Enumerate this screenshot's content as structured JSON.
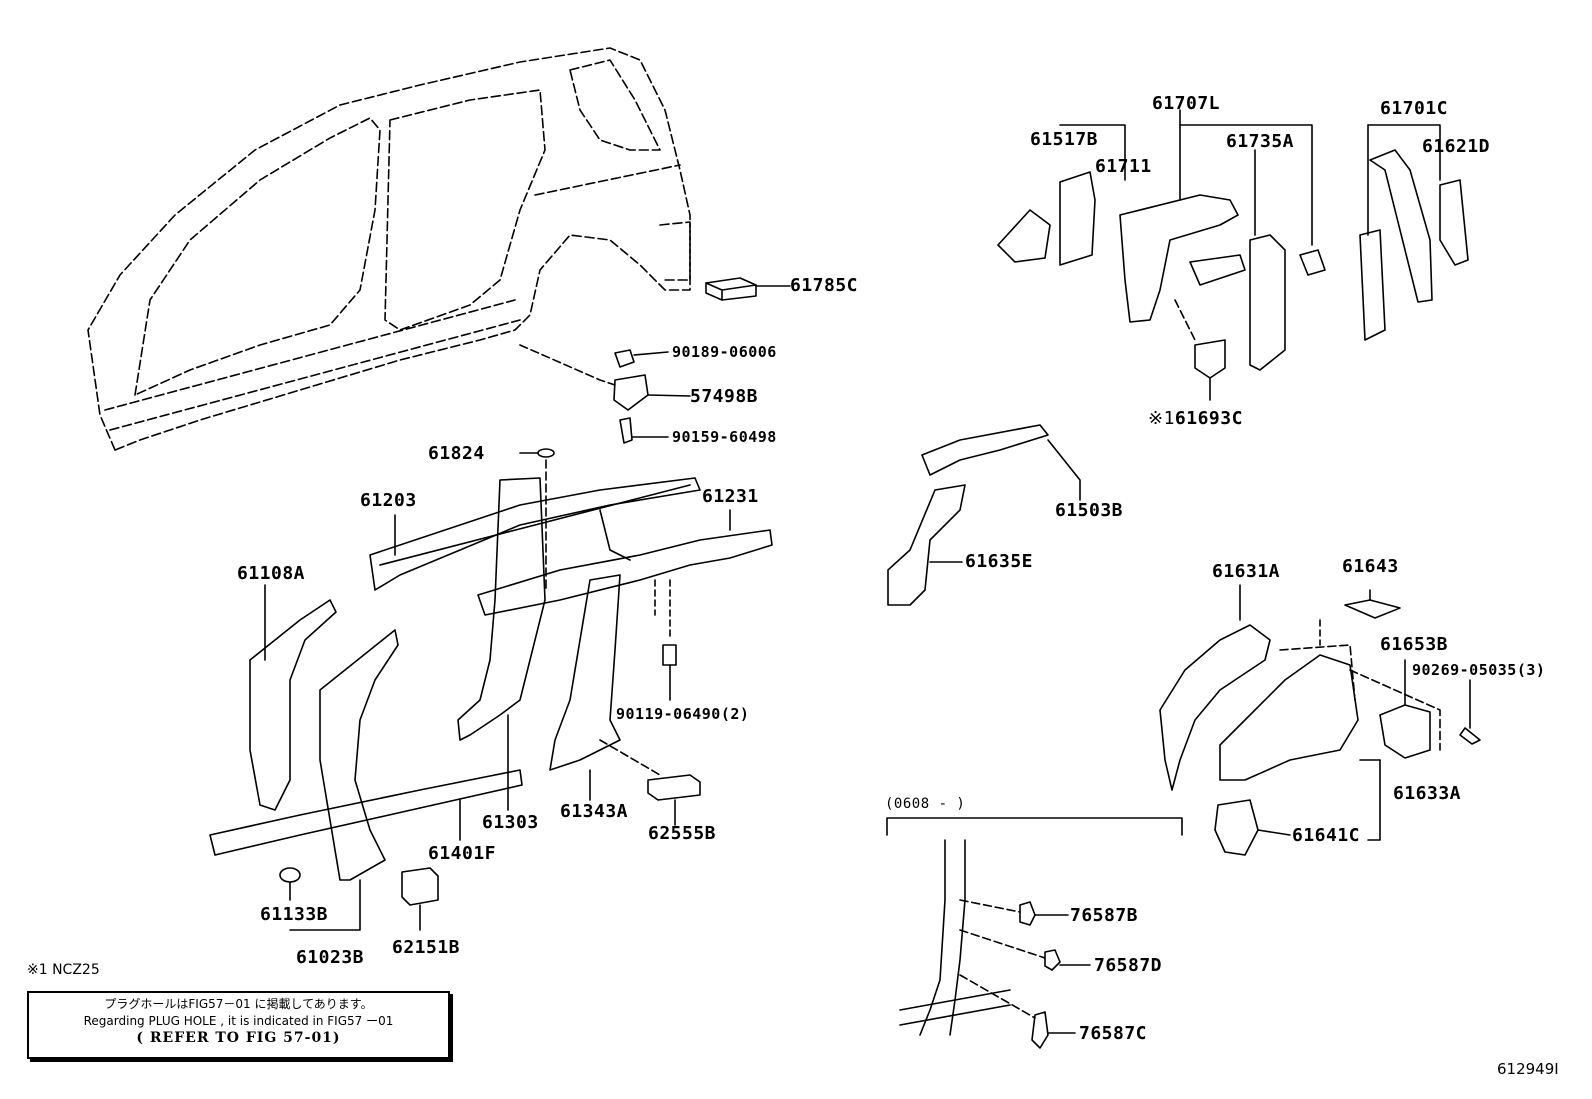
{
  "labels": {
    "p61785C": "61785C",
    "p90189": "90189-06006",
    "p57498B": "57498B",
    "p90159": "90159-60498",
    "p61824": "61824",
    "p61203": "61203",
    "p61231": "61231",
    "p61108A": "61108A",
    "p90119": "90119-06490(2)",
    "p61303": "61303",
    "p61343A": "61343A",
    "p62555B": "62555B",
    "p61401F": "61401F",
    "p61133B": "61133B",
    "p61023B": "61023B",
    "p62151B": "62151B",
    "p61707L": "61707L",
    "p61517B": "61517B",
    "p61711": "61711",
    "p61735A": "61735A",
    "p61701C": "61701C",
    "p61621D": "61621D",
    "p61693C": "61693C",
    "p61503B": "61503B",
    "p61635E": "61635E",
    "p61631A": "61631A",
    "p61643": "61643",
    "p61653B": "61653B",
    "p90269": "90269-05035(3)",
    "p61633A": "61633A",
    "p61641C": "61641C",
    "p76587B": "76587B",
    "p76587D": "76587D",
    "p76587C": "76587C"
  },
  "markers": {
    "ref1": "※1",
    "date_range": "(0608 -        )"
  },
  "footnote": "※1 NCZ25",
  "note_box": {
    "line_jp": "プラグホールはFIG57－01 に掲載してあります。",
    "line_en": "Regarding PLUG HOLE , it is indicated in FIG57 ー01",
    "line_ref": "( REFER TO FIG 57-01)"
  },
  "figure_id": "612949I"
}
